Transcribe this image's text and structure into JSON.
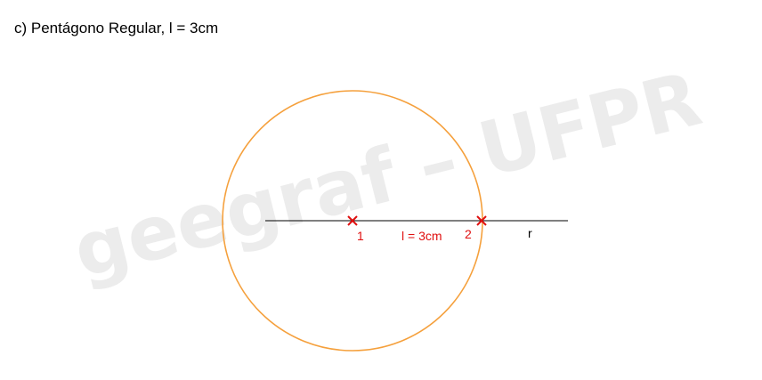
{
  "title": "c) Pentágono Regular, l = 3cm",
  "watermark": "geegraf – UFPR",
  "labels": {
    "point1": "1",
    "point2": "2",
    "segment": "l = 3cm",
    "line": "r"
  },
  "colors": {
    "circle": "#f5a03c",
    "marks": "#e01010",
    "line": "#000000",
    "watermark": "#ececec"
  }
}
